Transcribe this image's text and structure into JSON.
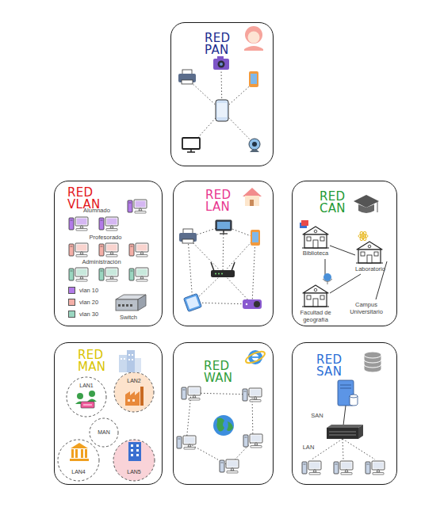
{
  "diagram": {
    "nodes": [
      {
        "text": [
          "RED PAN"
        ]
      },
      {
        "text": [
          "RED VLAN"
        ]
      },
      {
        "text": [
          "RED LAN"
        ]
      },
      {
        "text": [
          "RED CAN"
        ]
      },
      {
        "text": [
          "RED MAN"
        ]
      },
      {
        "text": [
          "LAN1"
        ],
        "in": 4
      },
      {
        "text": [
          "LAN2"
        ],
        "in": 4
      },
      {
        "text": [
          "MAN"
        ],
        "in": 4
      },
      {
        "text": [
          "LAN4"
        ],
        "in": 4
      },
      {
        "text": [
          "LAN5"
        ],
        "in": 4
      },
      {
        "text": [
          "RED WAN"
        ]
      },
      {
        "text": [
          "RED SAN"
        ]
      }
    ],
    "labels": [
      "Alumnado",
      "Profesorado",
      "Administración",
      "Switch",
      "Biblioteca",
      "Laboratorio",
      "Facultad de geografía",
      "Campus Universitario",
      "SAN",
      "LAN"
    ],
    "legend": [
      {
        "text": "vlan 10",
        "color": "#b37be8"
      },
      {
        "text": "vlan 20",
        "color": "#f4b0a8"
      },
      {
        "text": "vlan 30",
        "color": "#9ad6c0"
      }
    ]
  }
}
